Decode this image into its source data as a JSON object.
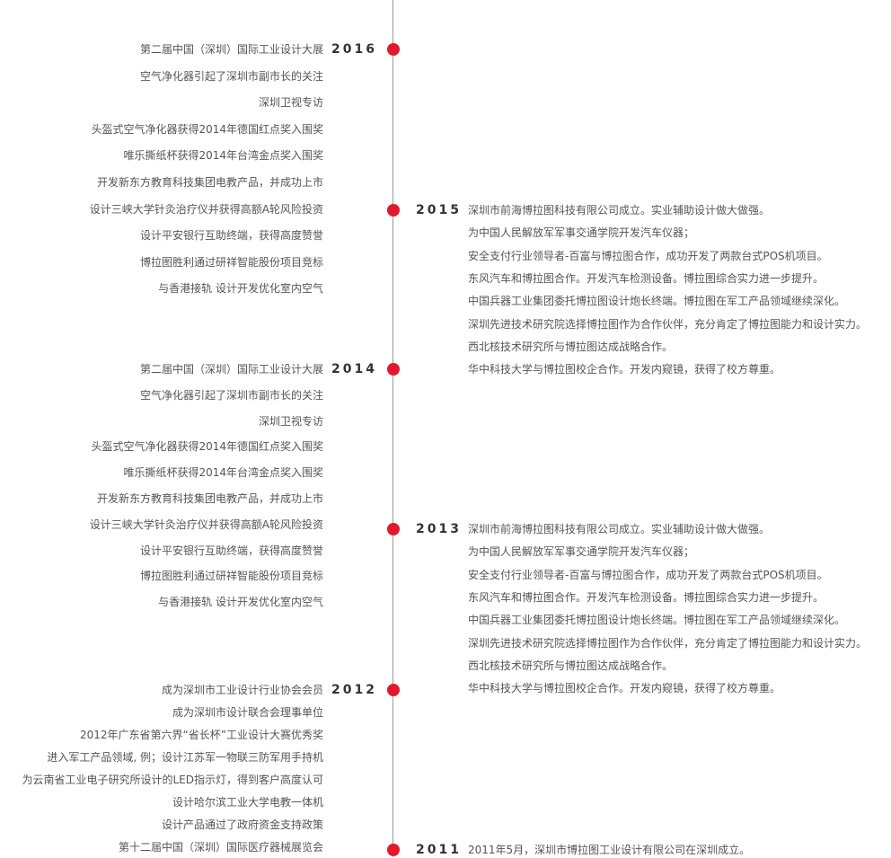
{
  "colors": {
    "axis": "#9a9a9a",
    "dot": "#e2192c",
    "year_text": "#333333",
    "item_text": "#555555"
  },
  "entries": [
    {
      "year": "2016",
      "side": "left",
      "items": [
        "第二届中国（深圳）国际工业设计大展",
        "空气净化器引起了深圳市副市长的关注",
        "深圳卫视专访",
        "头盔式空气净化器获得2014年德国红点奖入围奖",
        "唯乐撕纸杯获得2014年台湾金点奖入围奖",
        "开发新东方教育科技集团电教产品，并成功上市",
        "设计三峡大学针灸治疗仪并获得高额A轮风险投资",
        "设计平安银行互助终端，获得高度赞誉",
        "博拉图胜利通过研祥智能股份项目竞标",
        "与香港接轨 设计开发优化室内空气"
      ]
    },
    {
      "year": "2015",
      "side": "right",
      "items": [
        "深圳市前海博拉图科技有限公司成立。实业辅助设计做大做强。",
        "为中国人民解放军军事交通学院开发汽车仪器；",
        "安全支付行业领导者-百富与博拉图合作，成功开发了两款台式POS机项目。",
        "东风汽车和博拉图合作。开发汽车检测设备。博拉图综合实力进一步提升。",
        "中国兵器工业集团委托博拉图设计炮长终端。博拉图在军工产品领域继续深化。",
        "深圳先进技术研究院选择博拉图作为合作伙伴，充分肯定了博拉图能力和设计实力。",
        "西北核技术研究所与博拉图达成战略合作。",
        "华中科技大学与博拉图校企合作。开发内窥镜，获得了校方尊重。"
      ]
    },
    {
      "year": "2014",
      "side": "left",
      "items": [
        "第二届中国（深圳）国际工业设计大展",
        "空气净化器引起了深圳市副市长的关注",
        "深圳卫视专访",
        "头盔式空气净化器获得2014年德国红点奖入围奖",
        "唯乐撕纸杯获得2014年台湾金点奖入围奖",
        "开发新东方教育科技集团电教产品，并成功上市",
        "设计三峡大学针灸治疗仪并获得高额A轮风险投资",
        "设计平安银行互助终端，获得高度赞誉",
        "博拉图胜利通过研祥智能股份项目竞标",
        "与香港接轨 设计开发优化室内空气"
      ]
    },
    {
      "year": "2013",
      "side": "right",
      "items": [
        "深圳市前海博拉图科技有限公司成立。实业辅助设计做大做强。",
        "为中国人民解放军军事交通学院开发汽车仪器；",
        "安全支付行业领导者-百富与博拉图合作，成功开发了两款台式POS机项目。",
        "东风汽车和博拉图合作。开发汽车检测设备。博拉图综合实力进一步提升。",
        "中国兵器工业集团委托博拉图设计炮长终端。博拉图在军工产品领域继续深化。",
        "深圳先进技术研究院选择博拉图作为合作伙伴，充分肯定了博拉图能力和设计实力。",
        "西北核技术研究所与博拉图达成战略合作。",
        "华中科技大学与博拉图校企合作。开发内窥镜，获得了校方尊重。"
      ]
    },
    {
      "year": "2012",
      "side": "left",
      "items": [
        "成为深圳市工业设计行业协会会员",
        "成为深圳市设计联合会理事单位",
        "2012年广东省第六界“省长杯”工业设计大赛优秀奖",
        "进入军工产品领域, 例；设计江苏军一物联三防军用手持机",
        "为云南省工业电子研究所设计的LED指示灯，得到客户高度认可",
        "设计哈尔滨工业大学电教一体机",
        "设计产品通过了政府资金支持政策",
        "第十二届中国（深圳）国际医疗器械展览会"
      ]
    },
    {
      "year": "2011",
      "side": "right",
      "items": [
        "2011年5月，深圳市博拉图工业设计有限公司在深圳成立。"
      ]
    }
  ]
}
